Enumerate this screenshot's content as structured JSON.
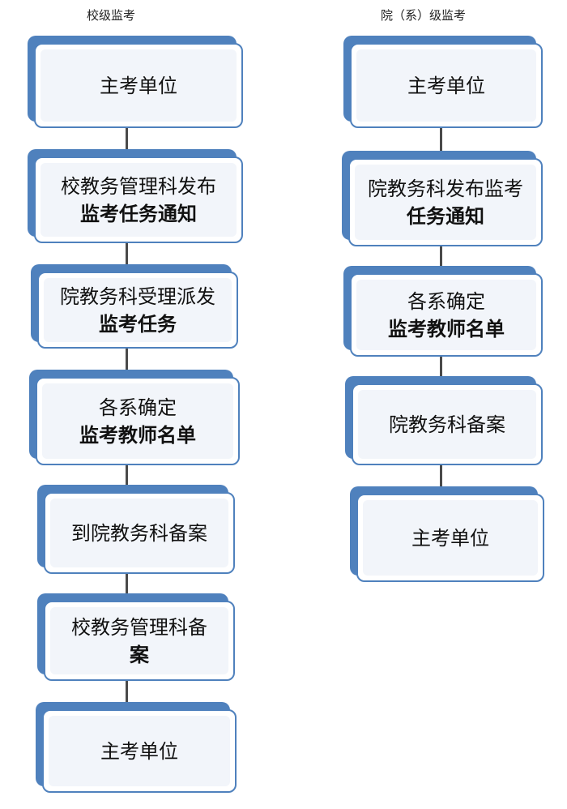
{
  "left_column": {
    "title": "校级监考",
    "nodes": [
      {
        "line1": "主考单位",
        "line2": ""
      },
      {
        "line1": "校教务管理科发布",
        "line2": "监考任务通知"
      },
      {
        "line1": "院教务科受理派发",
        "line2": "监考任务"
      },
      {
        "line1": "各系确定",
        "line2": "监考教师名单"
      },
      {
        "line1": "到院教务科备案",
        "line2": ""
      },
      {
        "line1": "校教务管理科备",
        "line2": "案"
      },
      {
        "line1": "主考单位",
        "line2": ""
      }
    ]
  },
  "right_column": {
    "title": "院（系）级监考",
    "nodes": [
      {
        "line1": "主考单位",
        "line2": ""
      },
      {
        "line1": "院教务科发布监考",
        "line2": "任务通知"
      },
      {
        "line1": "各系确定",
        "line2": "监考教师名单"
      },
      {
        "line1": "院教务科备案",
        "line2": ""
      },
      {
        "line1": "主考单位",
        "line2": ""
      }
    ]
  },
  "colors": {
    "box_shadow": "#4f81bd",
    "box_fill": "#f2f5fa",
    "connector": "#4a4a4a"
  }
}
